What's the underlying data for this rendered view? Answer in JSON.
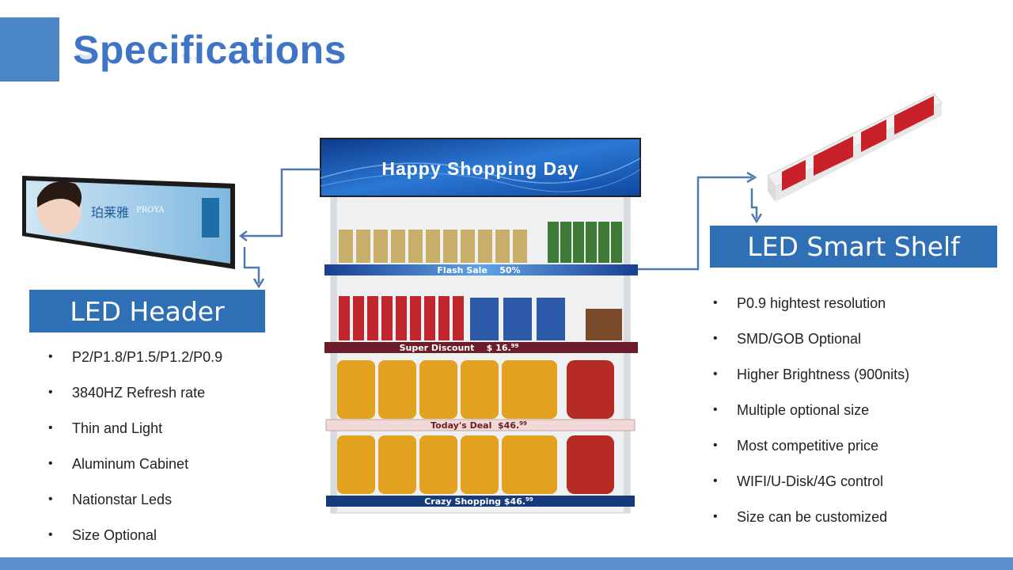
{
  "page": {
    "title": "Specifications"
  },
  "shelf_display": {
    "header_banner": "Happy Shopping Day",
    "strips": [
      "Flash Sale    50%",
      "Super Discount    $ 16.",
      "Today's Deal  $46.",
      "Crazy Shopping $46."
    ],
    "price_cents": "99"
  },
  "header_panel_image": {
    "brand_cn": "珀莱雅",
    "brand_en": "PROYA"
  },
  "led_header": {
    "title": "LED Header",
    "features": [
      "P2/P1.8/P1.5/P1.2/P0.9",
      "3840HZ Refresh rate",
      "Thin and Light",
      "Aluminum Cabinet",
      "Nationstar Leds",
      "Size Optional"
    ]
  },
  "led_smart_shelf": {
    "title": "LED Smart Shelf",
    "features": [
      "P0.9 hightest resolution",
      "SMD/GOB Optional",
      "Higher Brightness (900nits)",
      "Multiple optional size",
      "Most competitive price",
      "WIFI/U-Disk/4G control",
      "Size can be customized"
    ]
  },
  "colors": {
    "accent": "#2f6fb6",
    "title": "#3f74c6",
    "footer": "#5b8fcf"
  }
}
